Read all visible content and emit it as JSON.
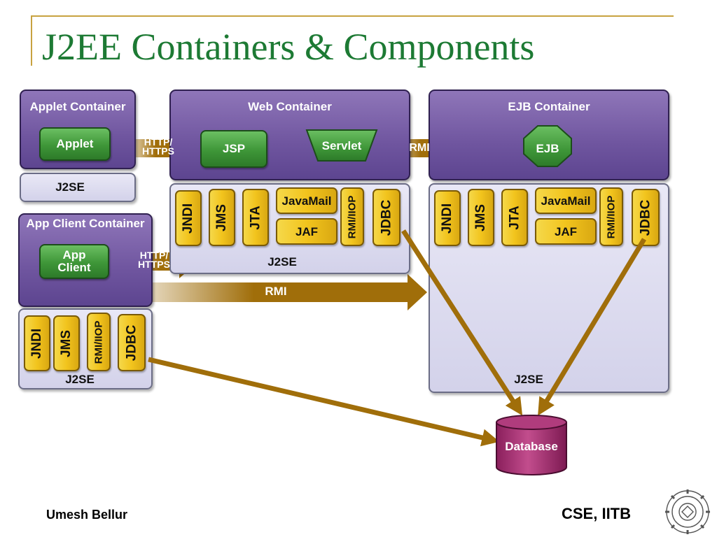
{
  "slide": {
    "title": "J2EE Containers & Components",
    "author": "Umesh Bellur",
    "institution": "CSE, IITB"
  },
  "applet_container": {
    "title": "Applet Container",
    "component": "Applet",
    "platform": "J2SE"
  },
  "app_client_container": {
    "title": "App Client Container",
    "component": "App\nClient",
    "services": [
      "JNDI",
      "JMS",
      "RMI/IIOP",
      "JDBC"
    ],
    "platform": "J2SE"
  },
  "web_container": {
    "title": "Web Container",
    "components": [
      "JSP",
      "Servlet"
    ],
    "services": {
      "jndi": "JNDI",
      "jms": "JMS",
      "jta": "JTA",
      "javamail": "JavaMail",
      "jaf": "JAF",
      "rmiiiop": "RMI/IIOP",
      "jdbc": "JDBC"
    },
    "platform": "J2SE"
  },
  "ejb_container": {
    "title": "EJB Container",
    "component": "EJB",
    "services": {
      "jndi": "JNDI",
      "jms": "JMS",
      "jta": "JTA",
      "javamail": "JavaMail",
      "jaf": "JAF",
      "rmiiiop": "RMI/IIOP",
      "jdbc": "JDBC"
    },
    "platform": "J2SE"
  },
  "connections": {
    "applet_to_web": "HTTP/\nHTTPS",
    "web_to_ejb": "RMI",
    "client_to_web": "HTTP/\nHTTPS",
    "client_to_ejb": "RMI"
  },
  "database": {
    "label": "Database"
  },
  "colors": {
    "title_green": "#1d7a34",
    "container_purple": "#6f559f",
    "platform_lavender": "#d3d2ea",
    "component_green": "#3e9638",
    "service_yellow": "#f2c41d",
    "arrow_brown": "#a06e0a",
    "database_magenta": "#9c2a6c"
  }
}
